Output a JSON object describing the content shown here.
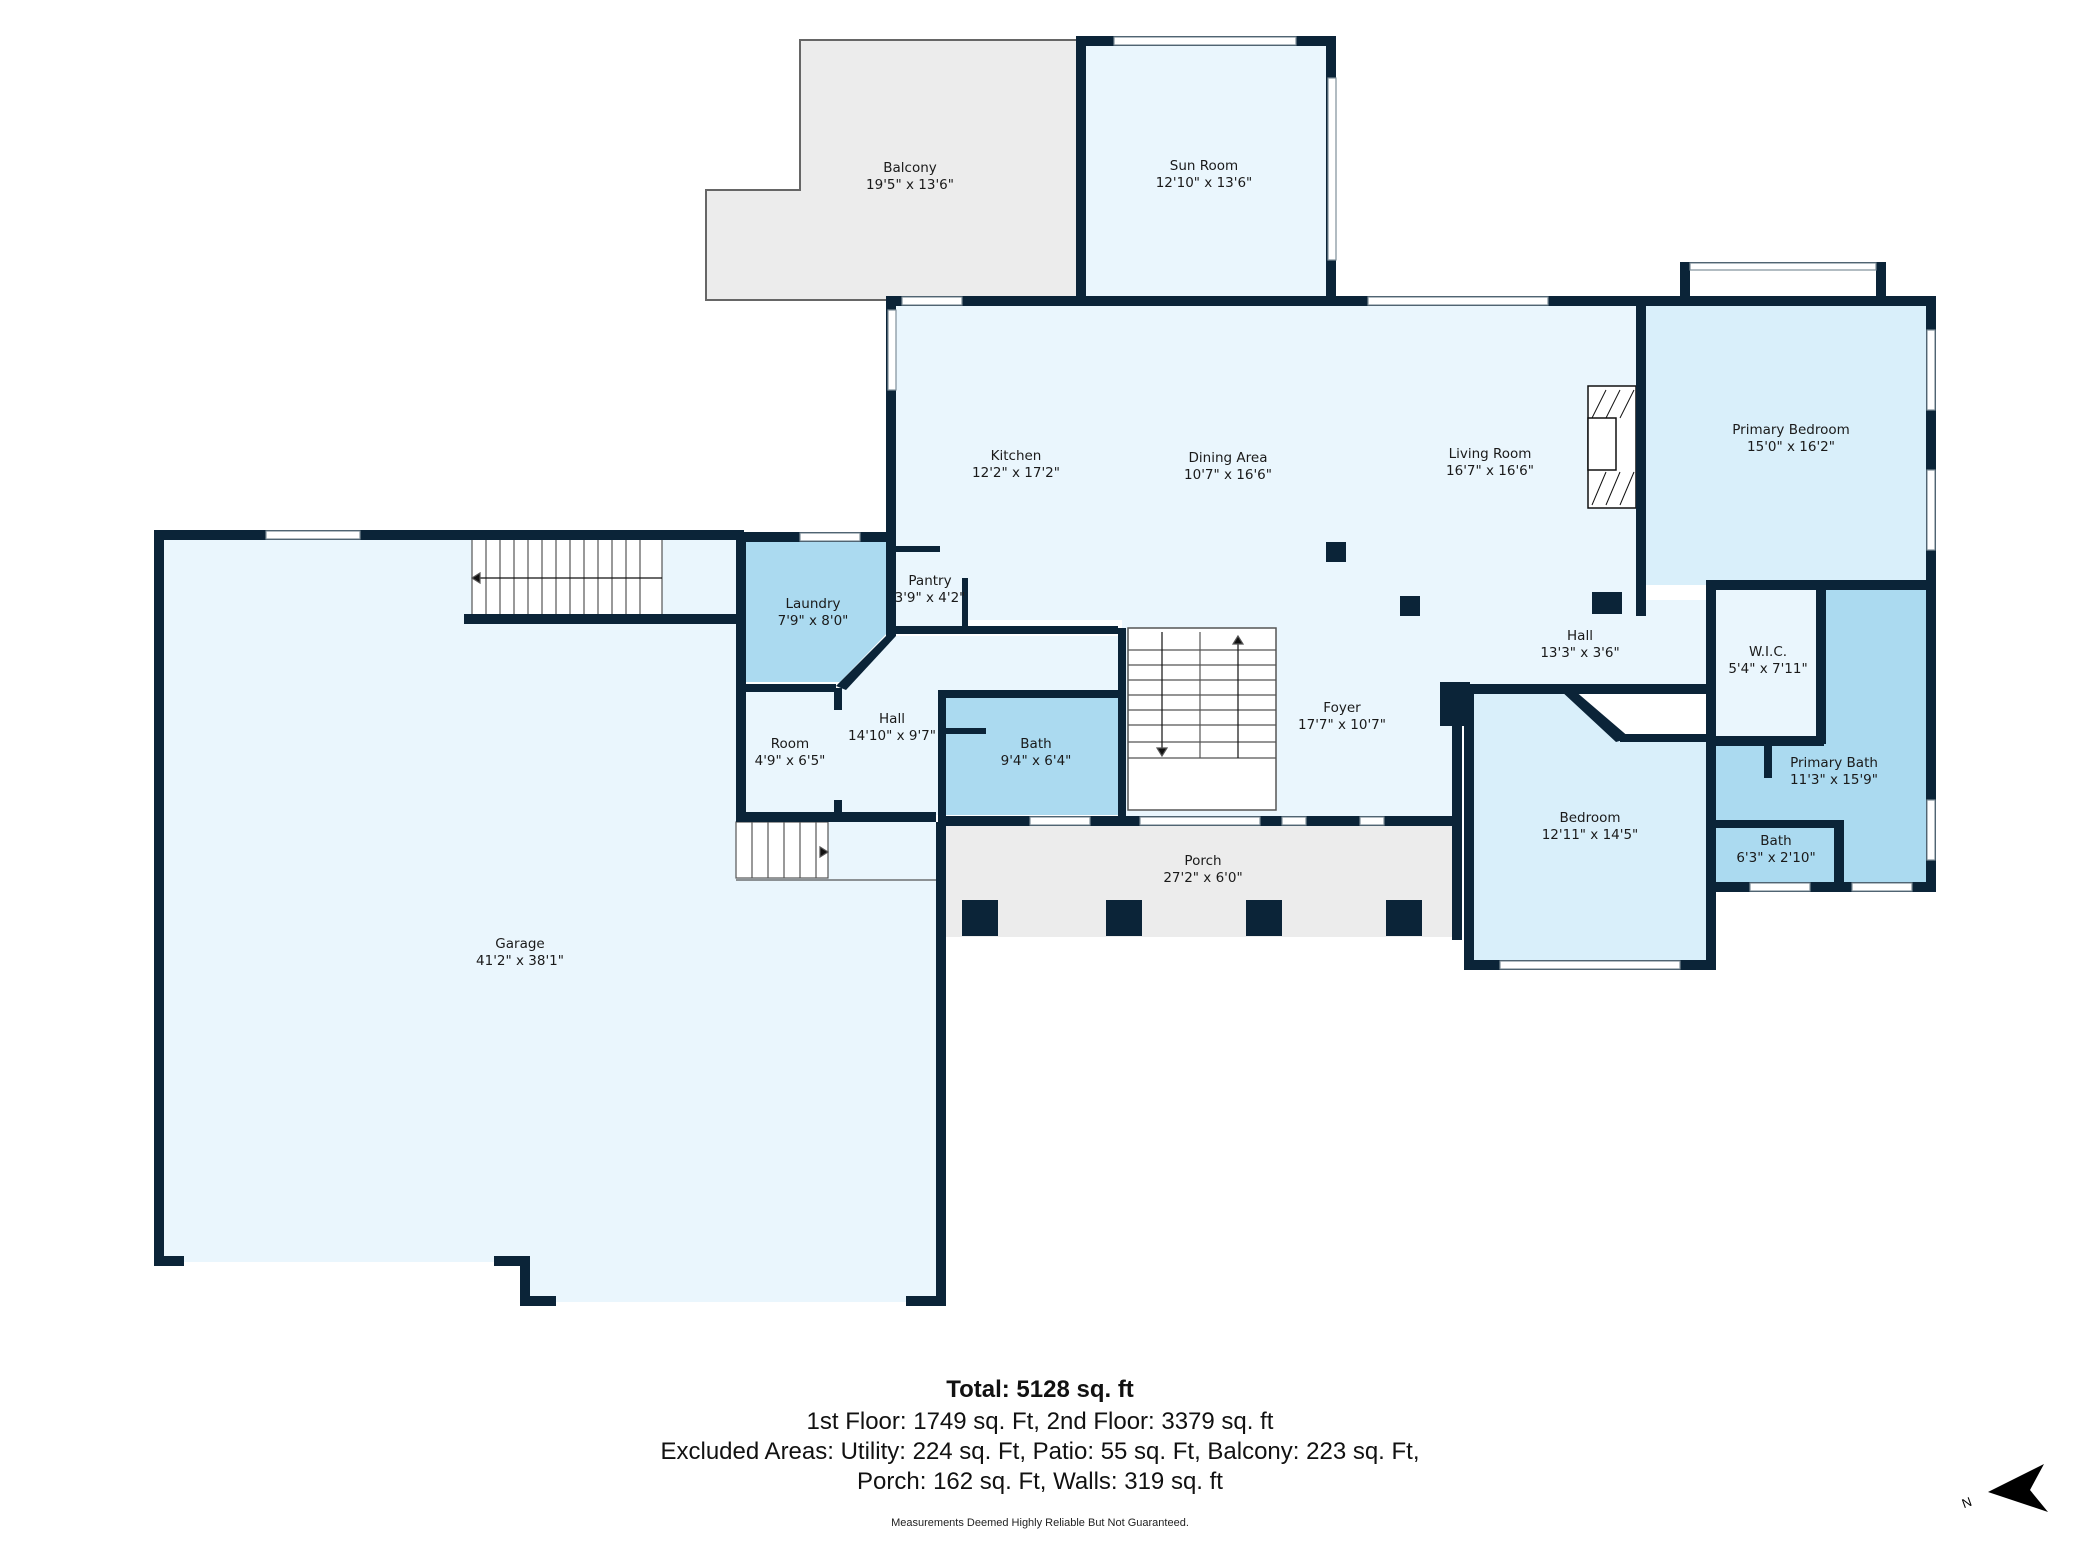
{
  "floorplan": {
    "colors": {
      "wall": "#0b2438",
      "room_light": "#eaf6fd",
      "room_medium": "#d9effa",
      "room_wet": "#abdaf0",
      "exterior": "#ececec",
      "window": "#ffffff"
    },
    "rooms": [
      {
        "name": "Balcony",
        "size": "19'5\" x 13'6\""
      },
      {
        "name": "Sun Room",
        "size": "12'10\" x 13'6\""
      },
      {
        "name": "Kitchen",
        "size": "12'2\" x 17'2\""
      },
      {
        "name": "Dining Area",
        "size": "10'7\" x 16'6\""
      },
      {
        "name": "Living Room",
        "size": "16'7\" x 16'6\""
      },
      {
        "name": "Primary Bedroom",
        "size": "15'0\" x 16'2\""
      },
      {
        "name": "Laundry",
        "size": "7'9\" x 8'0\""
      },
      {
        "name": "Pantry",
        "size": "3'9\" x 4'2\""
      },
      {
        "name": "Hall",
        "size": "13'3\" x 3'6\""
      },
      {
        "name": "W.I.C.",
        "size": "5'4\" x 7'11\""
      },
      {
        "name": "Room",
        "size": "4'9\" x 6'5\""
      },
      {
        "name": "Hall",
        "size": "14'10\" x 9'7\""
      },
      {
        "name": "Bath",
        "size": "9'4\" x 6'4\""
      },
      {
        "name": "Foyer",
        "size": "17'7\" x 10'7\""
      },
      {
        "name": "Primary Bath",
        "size": "11'3\" x 15'9\""
      },
      {
        "name": "Bedroom",
        "size": "12'11\" x 14'5\""
      },
      {
        "name": "Bath",
        "size": "6'3\" x 2'10\""
      },
      {
        "name": "Porch",
        "size": "27'2\" x 6'0\""
      },
      {
        "name": "Garage",
        "size": "41'2\" x 38'1\""
      }
    ]
  },
  "summary": {
    "total": "Total: 5128 sq. ft",
    "floors": "1st Floor: 1749 sq. Ft, 2nd Floor: 3379 sq. ft",
    "excluded_1": "Excluded Areas: Utility: 224 sq. Ft, Patio: 55 sq. Ft, Balcony: 223 sq. Ft,",
    "excluded_2": "Porch: 162 sq. Ft, Walls: 319 sq. ft",
    "disclaimer": "Measurements Deemed Highly Reliable But Not Guaranteed."
  },
  "compass": {
    "letter": "N",
    "icon": "north-arrow-icon"
  }
}
